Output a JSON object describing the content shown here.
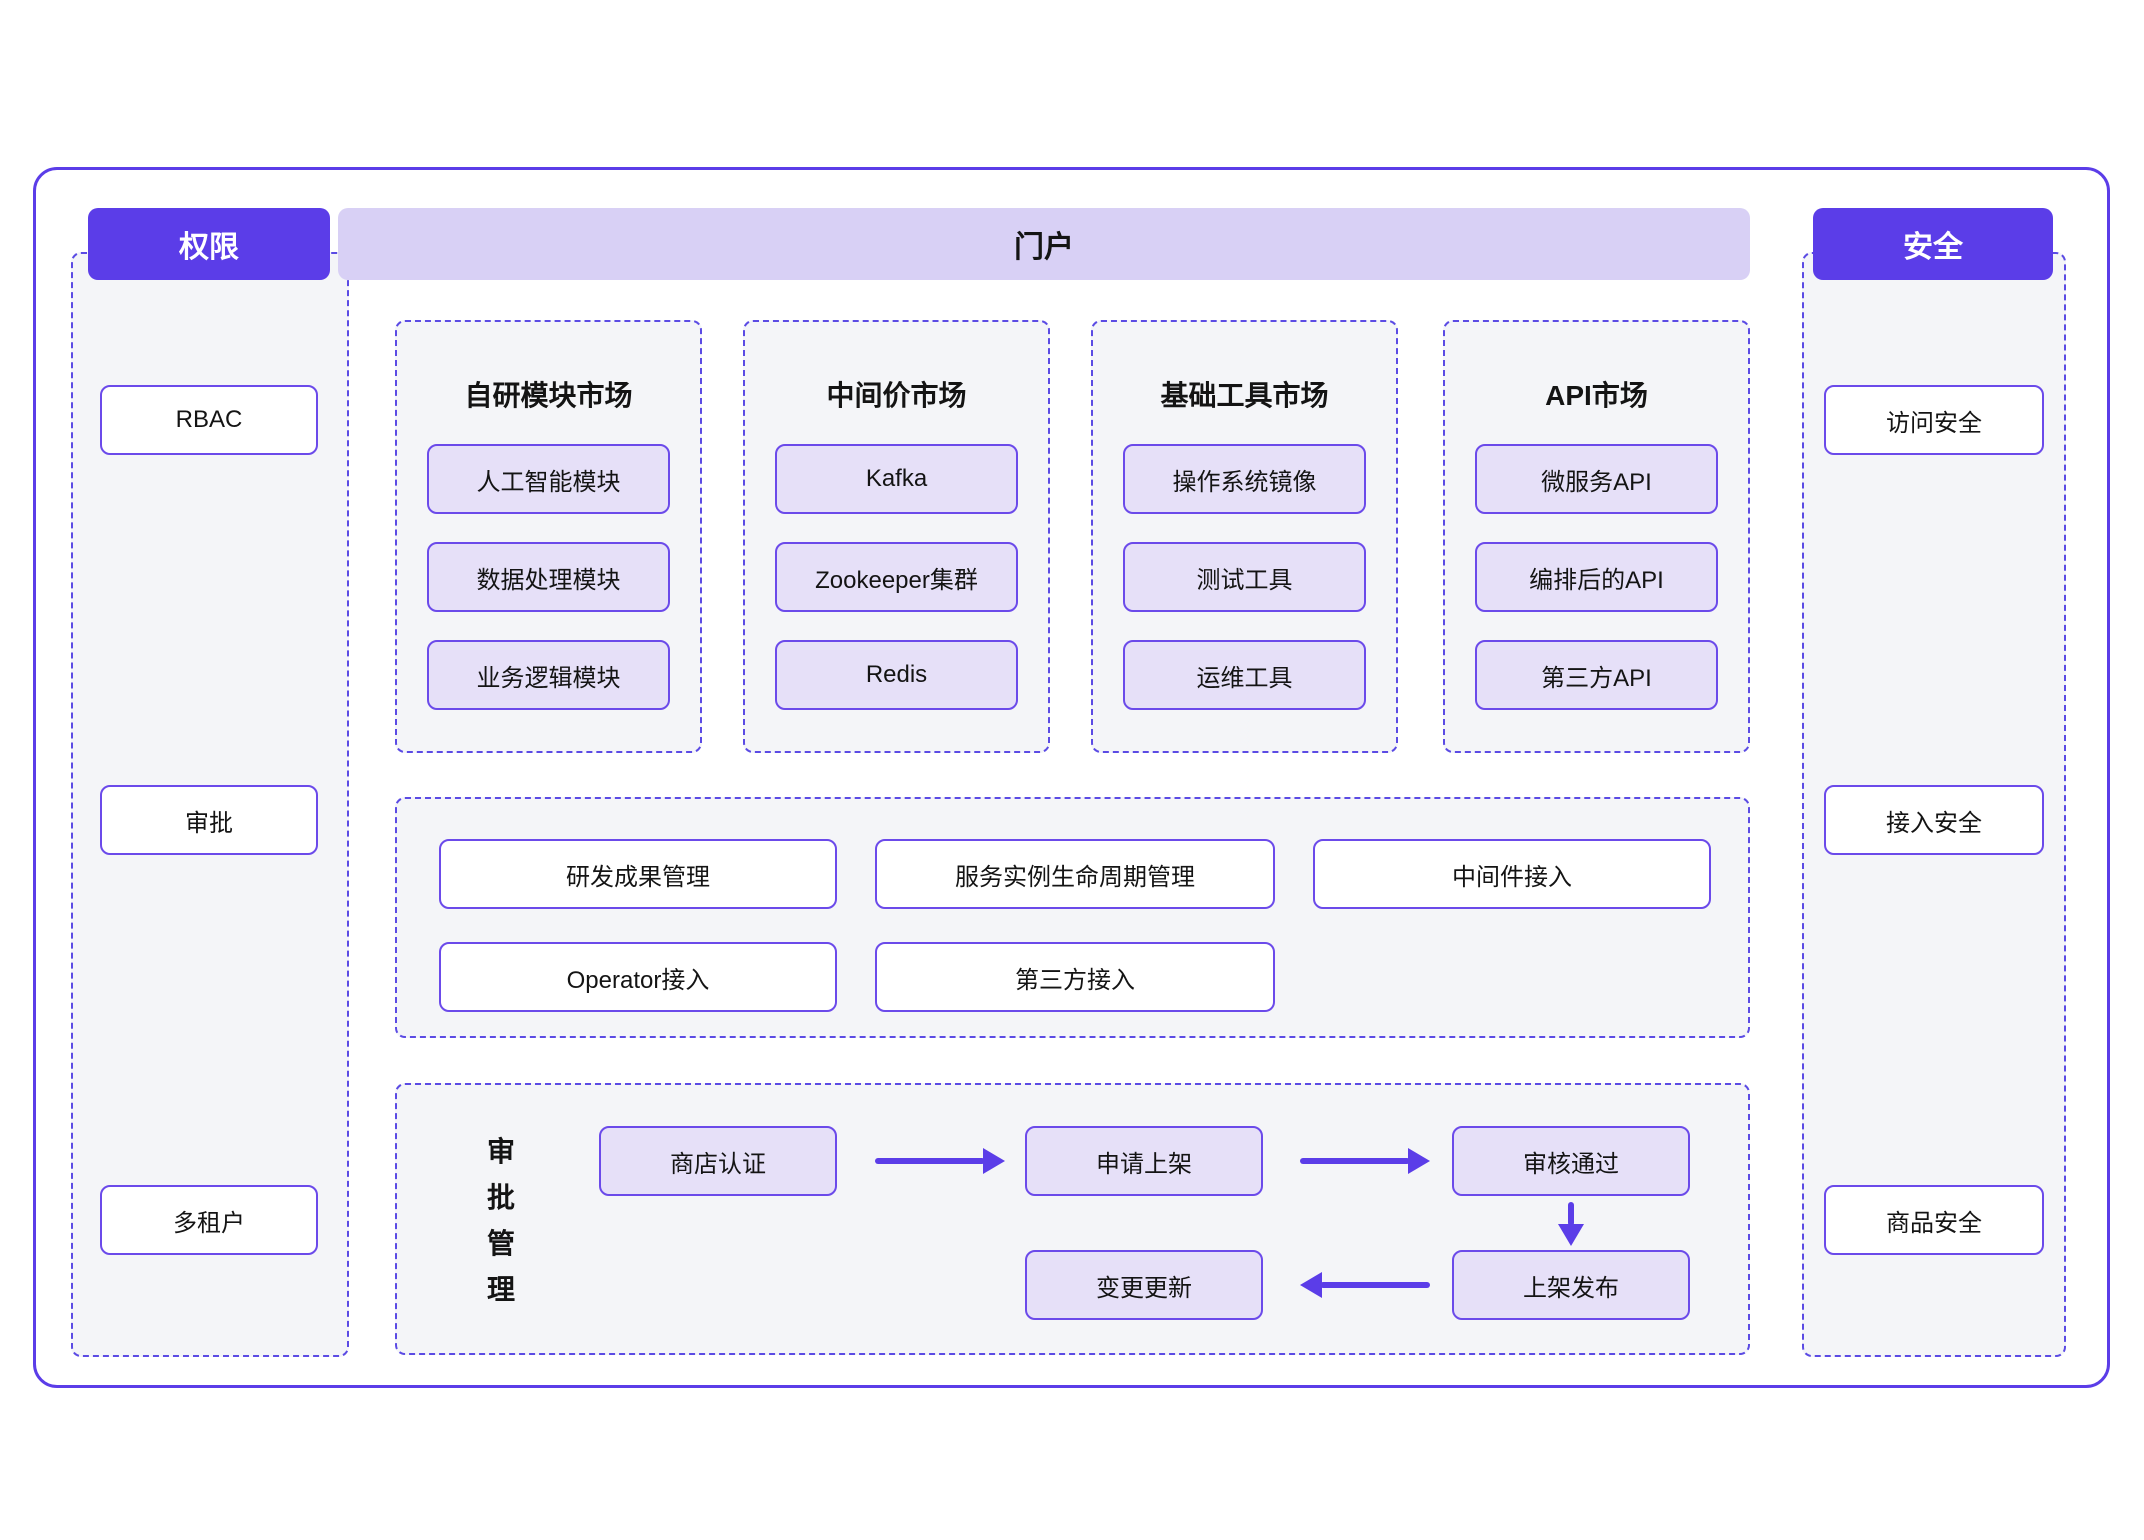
{
  "colors": {
    "accent": "#5B3DE8",
    "box_border": "#6B4AEA",
    "portal_header_bg": "#D8D0F5",
    "chip_bg": "#E6E0F8",
    "panel_bg": "#F4F5F8"
  },
  "permissions": {
    "title": "权限",
    "items": [
      "RBAC",
      "审批",
      "多租户"
    ]
  },
  "security": {
    "title": "安全",
    "items": [
      "访问安全",
      "接入安全",
      "商品安全"
    ]
  },
  "portal": {
    "title": "门户",
    "markets": [
      {
        "title": "自研模块市场",
        "items": [
          "人工智能模块",
          "数据处理模块",
          "业务逻辑模块"
        ]
      },
      {
        "title": "中间价市场",
        "items": [
          "Kafka",
          "Zookeeper集群",
          "Redis"
        ]
      },
      {
        "title": "基础工具市场",
        "items": [
          "操作系统镜像",
          "测试工具",
          "运维工具"
        ]
      },
      {
        "title": "API市场",
        "items": [
          "微服务API",
          "编排后的API",
          "第三方API"
        ]
      }
    ]
  },
  "management": {
    "row1": [
      "研发成果管理",
      "服务实例生命周期管理",
      "中间件接入"
    ],
    "row2": [
      "Operator接入",
      "第三方接入"
    ]
  },
  "approval": {
    "title": "审批管理",
    "steps": [
      "商店认证",
      "申请上架",
      "审核通过",
      "上架发布",
      "变更更新"
    ]
  }
}
